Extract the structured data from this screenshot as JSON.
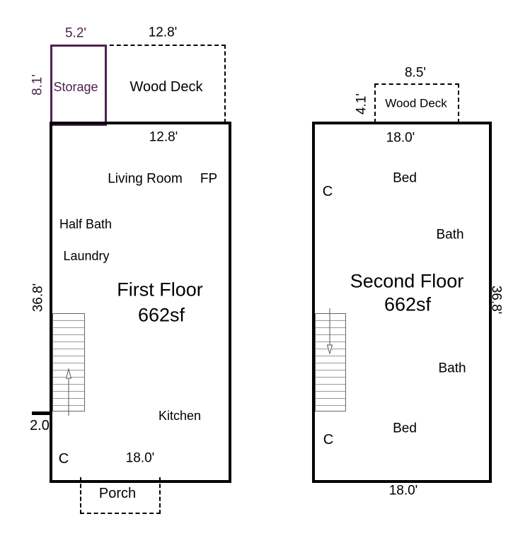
{
  "colors": {
    "wall": "#000000",
    "storage_accent": "#4f2150",
    "stair_tread": "#999999"
  },
  "first_floor": {
    "title": "First Floor",
    "area": "662sf",
    "storage": {
      "label": "Storage",
      "width_dim": "5.2'",
      "height_dim": "8.1'"
    },
    "wood_deck": {
      "label": "Wood Deck",
      "width_dim": "12.8'"
    },
    "dimensions": {
      "top": "12.8'",
      "side": "36.8'",
      "bottom": "18.0'",
      "notch": "2.0"
    },
    "rooms": {
      "living_room": "Living Room",
      "fireplace": "FP",
      "half_bath": "Half Bath",
      "laundry": "Laundry",
      "kitchen": "Kitchen",
      "closet": "C",
      "porch": "Porch"
    }
  },
  "second_floor": {
    "title": "Second Floor",
    "area": "662sf",
    "wood_deck": {
      "label": "Wood Deck",
      "width_dim": "8.5'",
      "height_dim": "4.1'"
    },
    "dimensions": {
      "top": "18.0'",
      "side": "36.8'",
      "bottom": "18.0'"
    },
    "rooms": {
      "bed_upper": "Bed",
      "bath_upper": "Bath",
      "bath_lower": "Bath",
      "bed_lower": "Bed",
      "closet_upper": "C",
      "closet_lower": "C"
    }
  }
}
